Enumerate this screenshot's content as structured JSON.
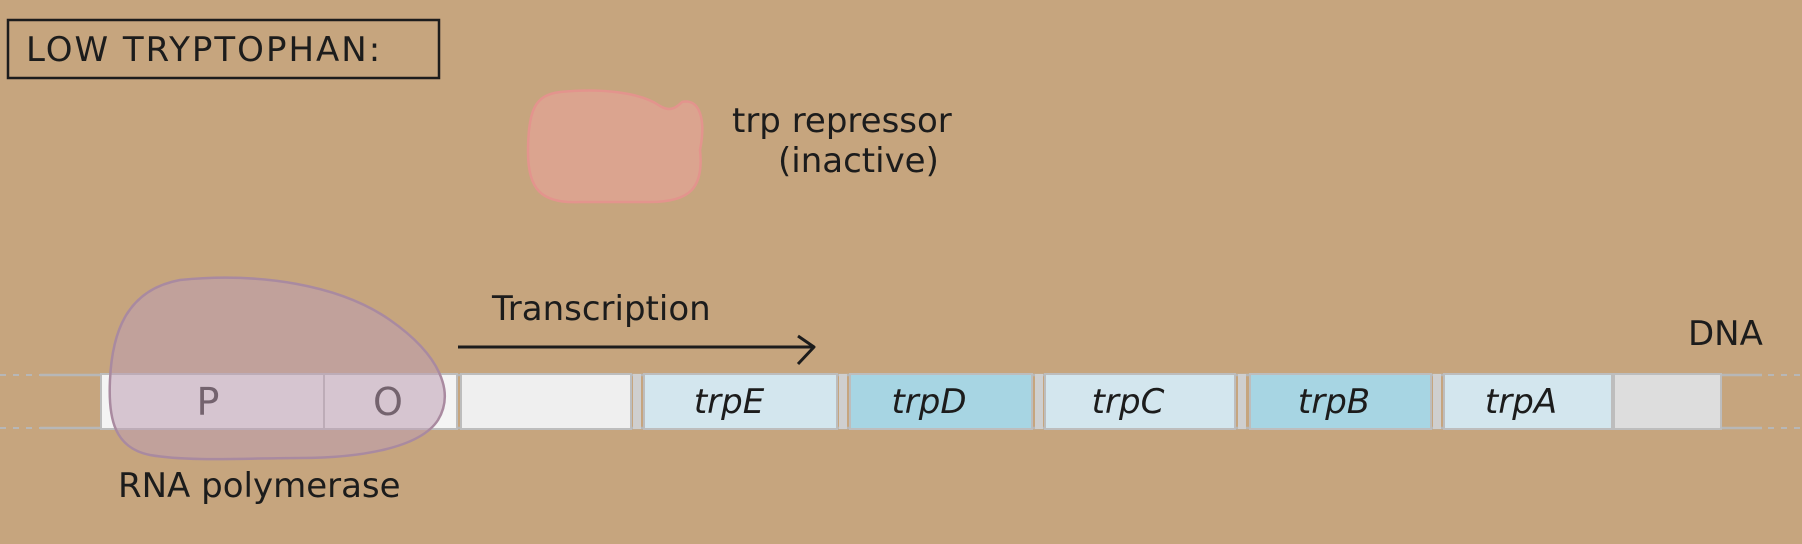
{
  "title_box": {
    "text": "LOW TRYPTOPHAN:"
  },
  "repressor": {
    "line1": "trp repressor",
    "line2": "(inactive)",
    "color": "#dba48f"
  },
  "rna_polymerase": {
    "label": "RNA polymerase",
    "color": "#bd9eb2"
  },
  "transcription": {
    "label": "Transcription"
  },
  "dna": {
    "label": "DNA",
    "segments": [
      {
        "id": "promoter",
        "text": "P",
        "fill": "#f4f4f4"
      },
      {
        "id": "operator",
        "text": "O",
        "fill": "#f4f4f4"
      },
      {
        "id": "leader",
        "text": "",
        "fill": "#efefef"
      },
      {
        "id": "trpE",
        "text": "trpE",
        "fill": "#d3e6ee"
      },
      {
        "id": "trpD",
        "text": "trpD",
        "fill": "#a7d5e3"
      },
      {
        "id": "trpC",
        "text": "trpC",
        "fill": "#d3e6ee"
      },
      {
        "id": "trpB",
        "text": "trpB",
        "fill": "#a7d5e3"
      },
      {
        "id": "trpA",
        "text": "trpA",
        "fill": "#d3e6ee"
      },
      {
        "id": "trailer",
        "text": "",
        "fill": "#dddddd"
      }
    ]
  }
}
